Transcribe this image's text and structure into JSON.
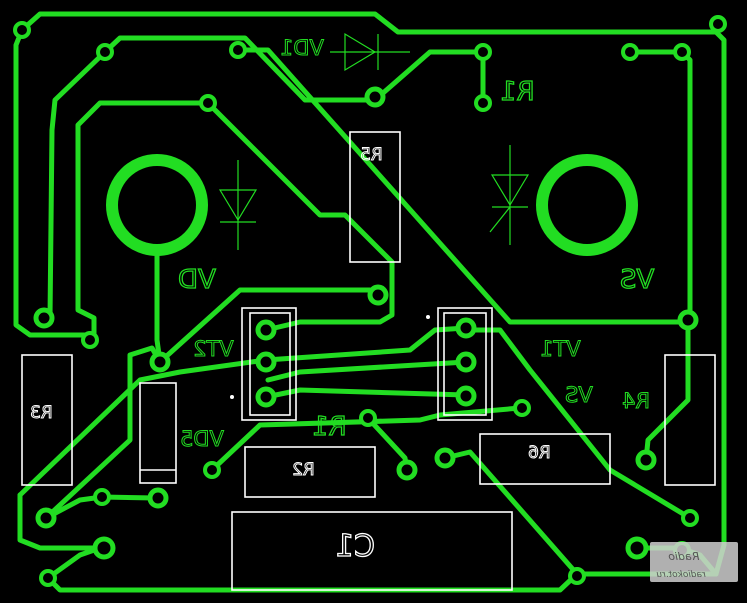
{
  "board": {
    "colors": {
      "background": "#000000",
      "copper": "#22dd22",
      "silkscreen": "#ffffff"
    },
    "labels": {
      "vd1": "VD1",
      "r1_top": "R1",
      "r5": "R5",
      "vd": "VD",
      "vs_big": "VS",
      "vt2": "VT2",
      "vt1": "VT1",
      "vs_small": "VS",
      "r4": "R4",
      "r3": "R3",
      "vd5": "VD5",
      "r1_mid": "R1",
      "r2": "R2",
      "r6": "R6",
      "c1": "C1"
    },
    "watermark": {
      "line1": "Radio",
      "line2": "radiokot.ru"
    }
  }
}
